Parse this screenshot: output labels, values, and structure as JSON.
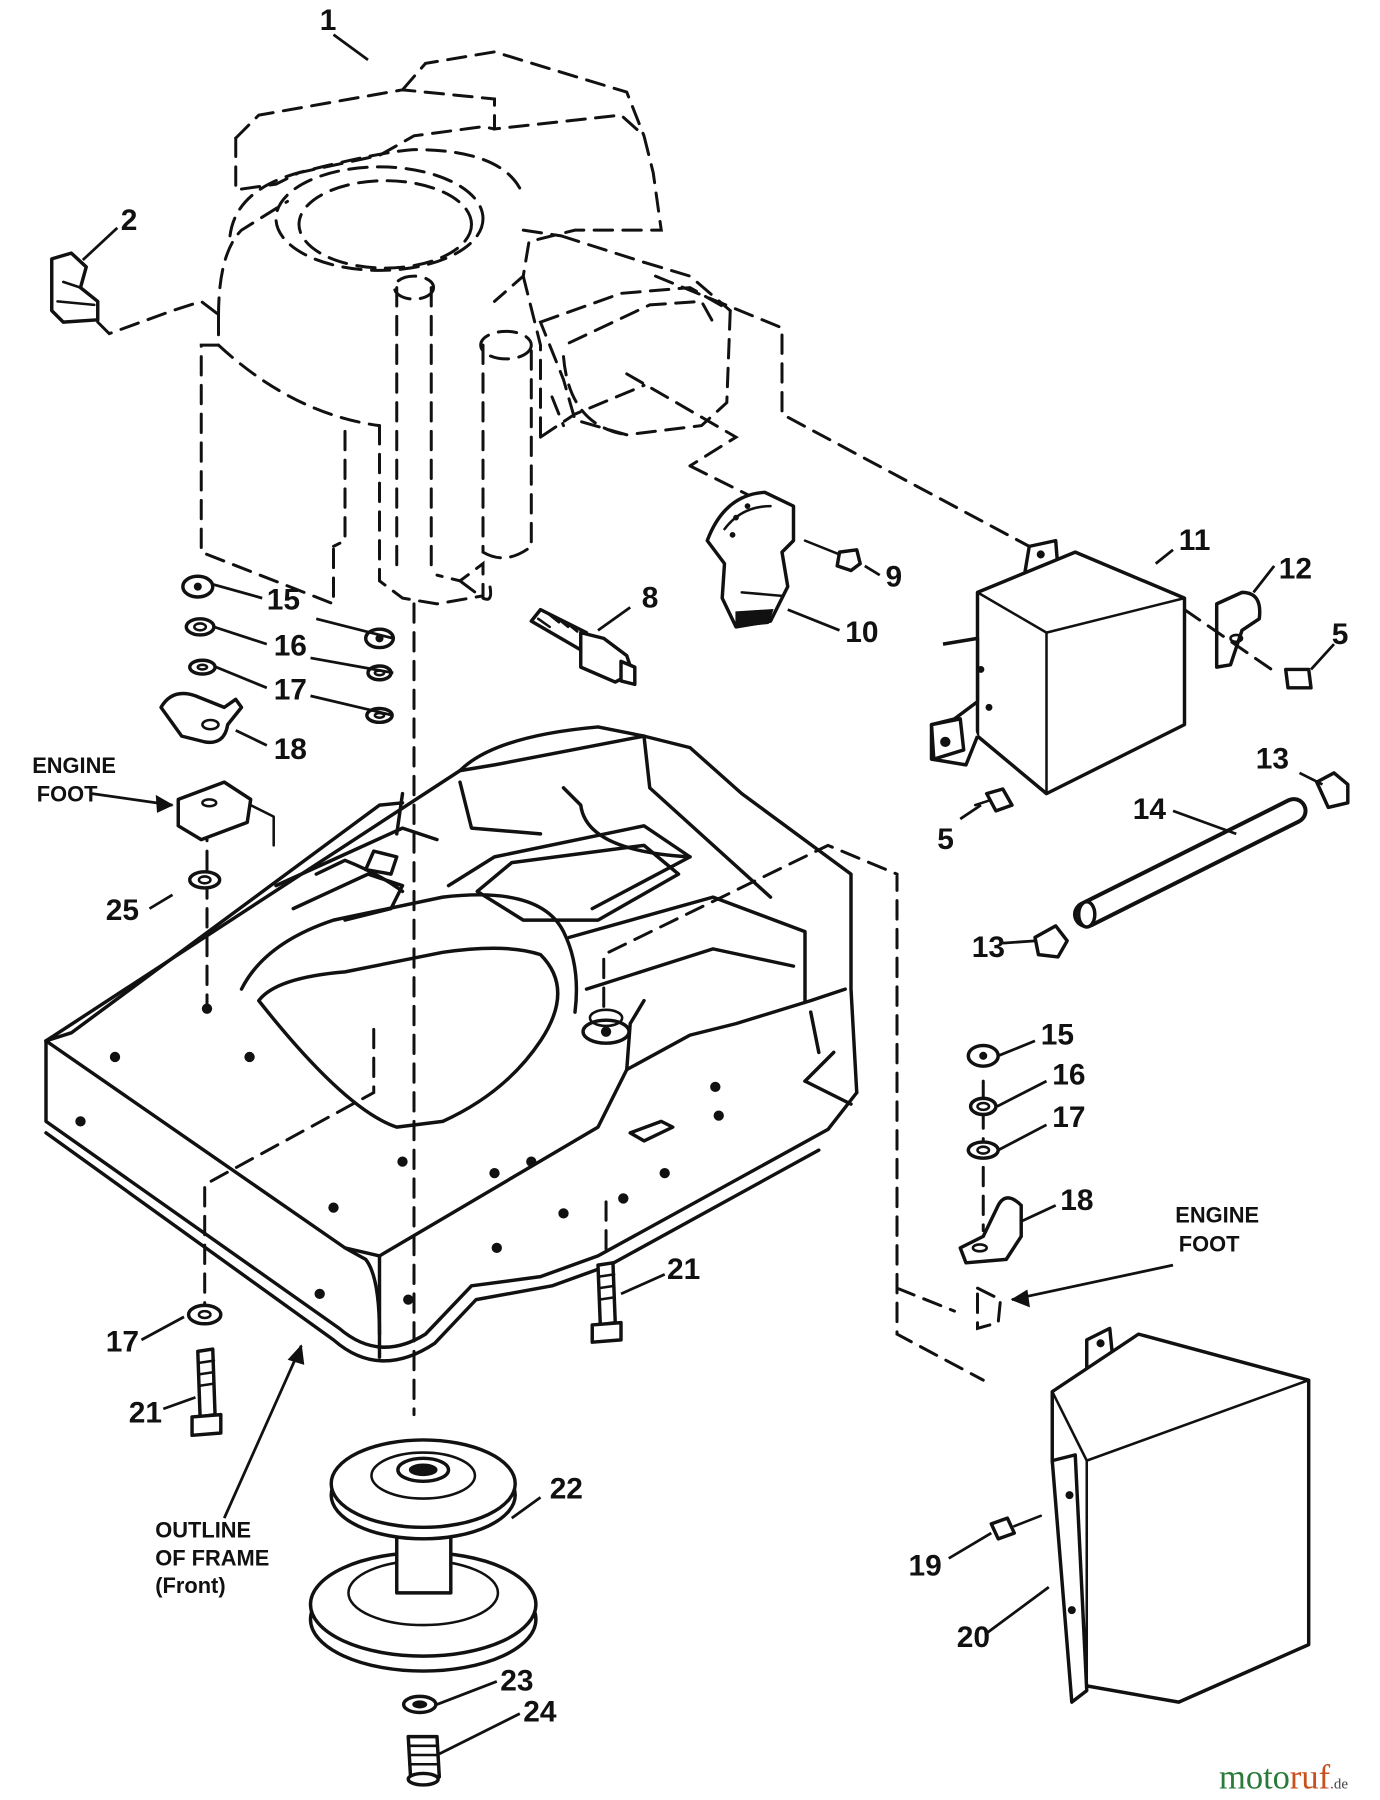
{
  "diagram": {
    "callouts": [
      {
        "id": "c1",
        "text": "1"
      },
      {
        "id": "c2",
        "text": "2"
      },
      {
        "id": "c5a",
        "text": "5"
      },
      {
        "id": "c5b",
        "text": "5"
      },
      {
        "id": "c8",
        "text": "8"
      },
      {
        "id": "c9",
        "text": "9"
      },
      {
        "id": "c10",
        "text": "10"
      },
      {
        "id": "c11",
        "text": "11"
      },
      {
        "id": "c12",
        "text": "12"
      },
      {
        "id": "c13a",
        "text": "13"
      },
      {
        "id": "c13b",
        "text": "13"
      },
      {
        "id": "c14",
        "text": "14"
      },
      {
        "id": "c15a",
        "text": "15"
      },
      {
        "id": "c15b",
        "text": "15"
      },
      {
        "id": "c16a",
        "text": "16"
      },
      {
        "id": "c16b",
        "text": "16"
      },
      {
        "id": "c17a",
        "text": "17"
      },
      {
        "id": "c17b",
        "text": "17"
      },
      {
        "id": "c17c",
        "text": "17"
      },
      {
        "id": "c18a",
        "text": "18"
      },
      {
        "id": "c18b",
        "text": "18"
      },
      {
        "id": "c19",
        "text": "19"
      },
      {
        "id": "c20",
        "text": "20"
      },
      {
        "id": "c21a",
        "text": "21"
      },
      {
        "id": "c21b",
        "text": "21"
      },
      {
        "id": "c22",
        "text": "22"
      },
      {
        "id": "c23",
        "text": "23"
      },
      {
        "id": "c24",
        "text": "24"
      },
      {
        "id": "c25",
        "text": "25"
      }
    ],
    "labels": {
      "engine_foot_left_1": "ENGINE",
      "engine_foot_left_2": "FOOT",
      "engine_foot_right_1": "ENGINE",
      "engine_foot_right_2": "FOOT",
      "frame_outline_1": "OUTLINE",
      "frame_outline_2": "OF FRAME",
      "frame_outline_3": "(Front)"
    },
    "watermark": {
      "part1": "moto",
      "part2": "ruf",
      "suffix": ".de"
    }
  }
}
